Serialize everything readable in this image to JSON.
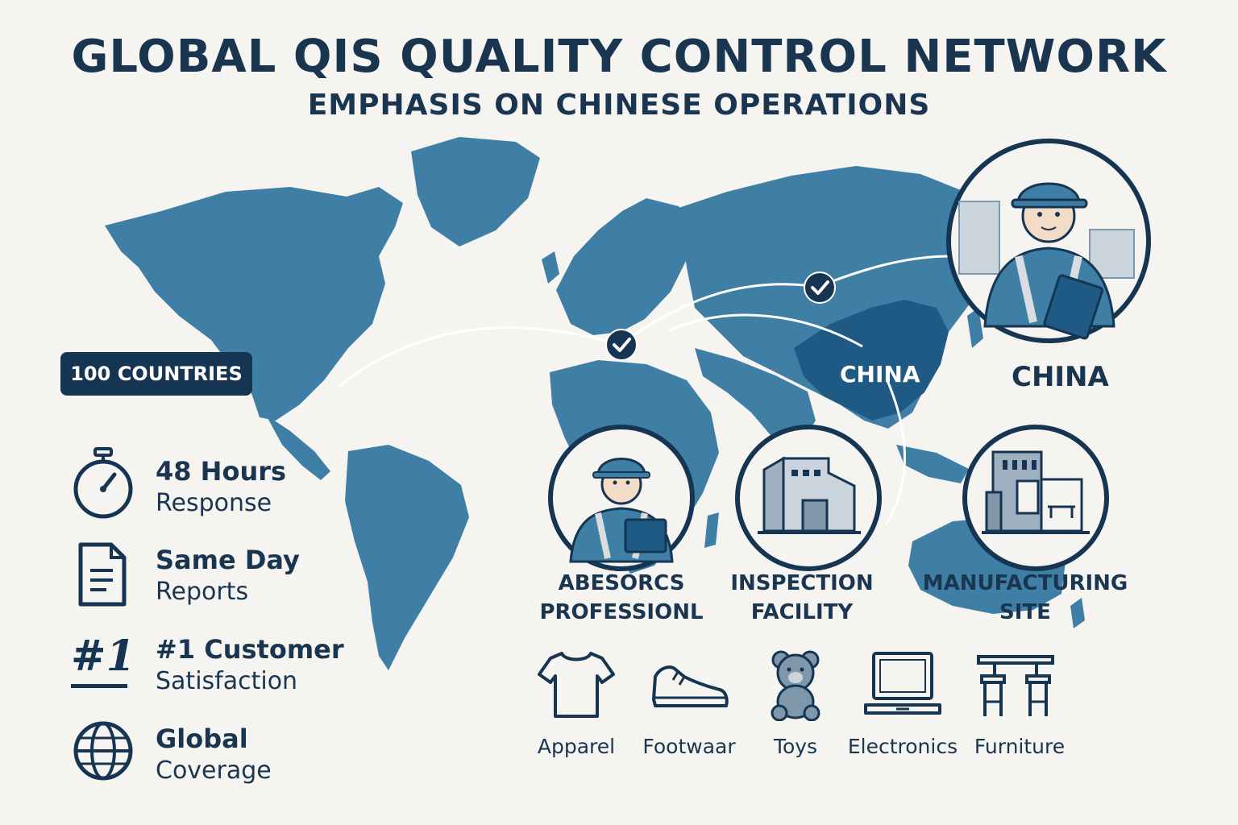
{
  "header": {
    "title": "GLOBAL QIS QUALITY CONTROL NETWORK",
    "subtitle": "EMPHASIS ON CHINESE OPERATIONS"
  },
  "badge": {
    "label": "100 COUNTRIES"
  },
  "stats": [
    {
      "line1": "48 Hours",
      "line2": "Response",
      "icon": "stopwatch-icon"
    },
    {
      "line1": "Same Day",
      "line2": "Reports",
      "icon": "document-icon"
    },
    {
      "line1": "#1 Customer",
      "line2": "Satisfaction",
      "icon": "number-one-icon",
      "icon_text": "#1"
    },
    {
      "line1": "Global",
      "line2": "Coverage",
      "icon": "globe-icon"
    }
  ],
  "map": {
    "region_label": "CHINA",
    "checkpoint_icon": "check-icon"
  },
  "china_card": {
    "label": "CHINA",
    "icon": "inspector-icon"
  },
  "cards": [
    {
      "line1": "ABESORCS",
      "line2": "PROFESSIONL",
      "icon": "inspector-icon"
    },
    {
      "line1": "INSPECTION",
      "line2": "FACILITY",
      "icon": "facility-icon"
    },
    {
      "line1": "MANUFACTURING",
      "line2": "SITE",
      "icon": "factory-icon"
    }
  ],
  "categories": [
    {
      "label": "Apparel",
      "icon": "shirt-icon"
    },
    {
      "label": "Footwaar",
      "icon": "shoe-icon"
    },
    {
      "label": "Toys",
      "icon": "teddy-bear-icon"
    },
    {
      "label": "Electronics",
      "icon": "laptop-icon"
    },
    {
      "label": "Furniture",
      "icon": "table-stools-icon"
    }
  ],
  "colors": {
    "navy": "#1a3550",
    "map_blue": "#3f7fa6",
    "china_blue": "#1f5a85",
    "background": "#f5f4f1"
  }
}
